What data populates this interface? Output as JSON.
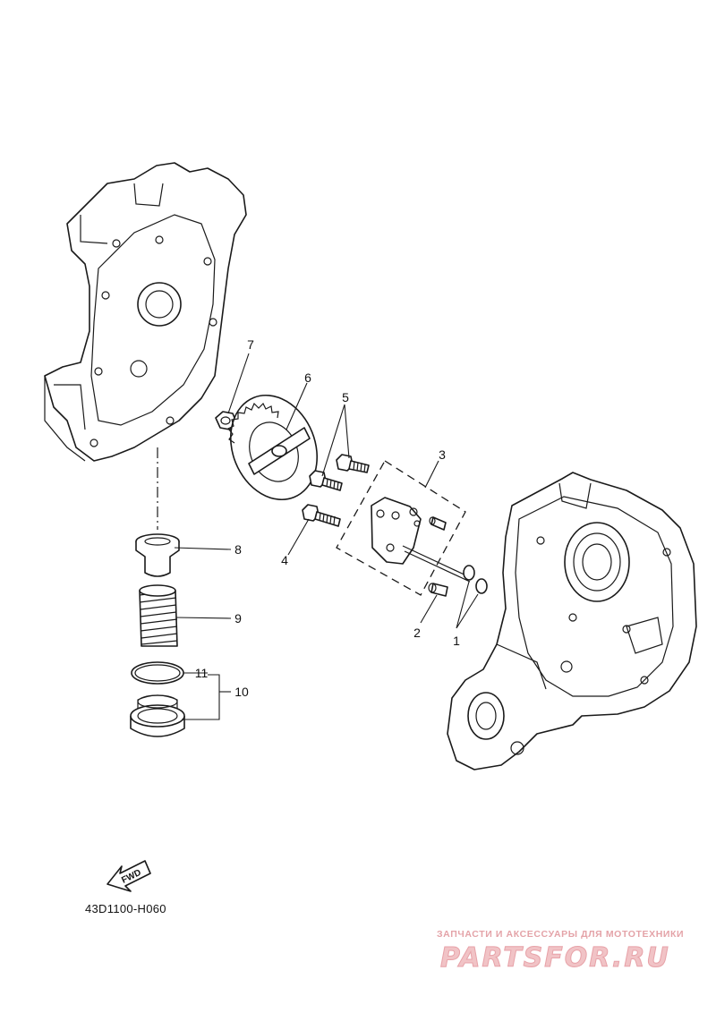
{
  "diagram": {
    "callouts": [
      {
        "id": "1",
        "label": "1"
      },
      {
        "id": "2",
        "label": "2"
      },
      {
        "id": "3",
        "label": "3"
      },
      {
        "id": "4",
        "label": "4"
      },
      {
        "id": "5",
        "label": "5"
      },
      {
        "id": "6",
        "label": "6"
      },
      {
        "id": "7",
        "label": "7"
      },
      {
        "id": "8",
        "label": "8"
      },
      {
        "id": "9",
        "label": "9"
      },
      {
        "id": "10",
        "label": "10"
      },
      {
        "id": "11",
        "label": "11"
      }
    ],
    "fwd_label": "FWD",
    "drawing_code": "43D1100-H060"
  },
  "watermark": {
    "tagline": "ЗАПЧАСТИ И АКСЕССУАРЫ ДЛЯ МОТОТЕХНИКИ",
    "brand": "PARTSFOR.RU"
  }
}
